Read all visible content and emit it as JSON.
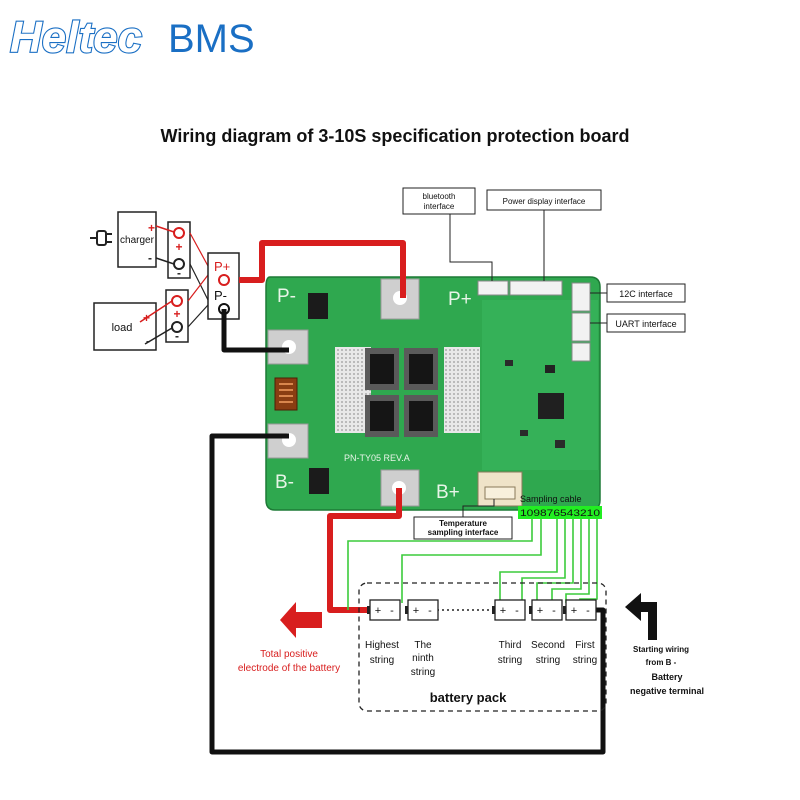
{
  "brand": {
    "part1": "Heltec",
    "part2": "BMS"
  },
  "title": "Wiring diagram of 3-10S specification protection board",
  "devices": {
    "charger": "charger",
    "load": "load"
  },
  "ports": {
    "p_plus": "P+",
    "p_minus": "P-"
  },
  "board": {
    "p_plus": "P+",
    "p_minus": "P-",
    "b_plus": "B+",
    "b_minus": "B-",
    "model": "PN-TY05 REV.A"
  },
  "callouts": {
    "bluetooth_line1": "bluetooth",
    "bluetooth_line2": "interface",
    "power_display": "Power display interface",
    "i2c": "12C interface",
    "uart": "UART interface",
    "sampling_cable": "Sampling cable",
    "sampling_pins": "109876543210",
    "temp_line1": "Temperature",
    "temp_line2": "sampling interface"
  },
  "cells": [
    {
      "label_lines": [
        "Highest",
        "string"
      ]
    },
    {
      "label_lines": [
        "The",
        "ninth",
        "string"
      ]
    },
    {
      "label_lines": [
        "Third",
        "string"
      ]
    },
    {
      "label_lines": [
        "Second",
        "string"
      ]
    },
    {
      "label_lines": [
        "First",
        "string"
      ]
    }
  ],
  "cell_terminals": {
    "plus": "+",
    "minus": "-"
  },
  "battery_pack": "battery pack",
  "total_positive": {
    "line1": "Total positive",
    "line2": "electrode of the battery"
  },
  "starting_wiring": {
    "line1": "Starting wiring",
    "line2": "from B -",
    "line3": "Battery",
    "line4": "negative terminal"
  },
  "colors": {
    "brand_blue": "#1a6fc4",
    "pcb_green": "#2fa84f",
    "wire_red": "#d81e1e",
    "wire_black": "#111111",
    "sample_green": "#3ccc3c",
    "pin_green": "#22ee22"
  }
}
